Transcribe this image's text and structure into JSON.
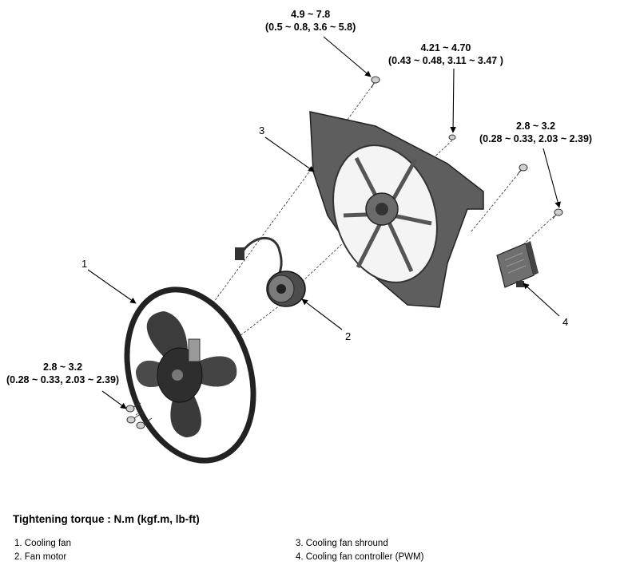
{
  "torque_labels": {
    "shroud_top": {
      "line1": "4.9 ~ 7.8",
      "line2": "(0.5 ~ 0.8, 3.6 ~ 5.8)"
    },
    "shroud_right": {
      "line1": "4.21 ~ 4.70",
      "line2": "(0.43 ~ 0.48, 3.11 ~ 3.47 )"
    },
    "controller": {
      "line1": "2.8 ~ 3.2",
      "line2": "(0.28 ~ 0.33, 2.03 ~ 2.39)"
    },
    "fan": {
      "line1": "2.8 ~ 3.2",
      "line2": "(0.28 ~ 0.33, 2.03 ~ 2.39)"
    }
  },
  "callouts": {
    "fan": "1",
    "motor": "2",
    "shroud": "3",
    "controller": "4"
  },
  "caption": {
    "title": "Tightening torque : N.m (kgf.m, lb-ft)"
  },
  "legend": {
    "item1": "1. Cooling fan",
    "item2": "2. Fan motor",
    "item3": "3. Cooling fan shround",
    "item4": "4. Cooling fan controller (PWM)"
  }
}
